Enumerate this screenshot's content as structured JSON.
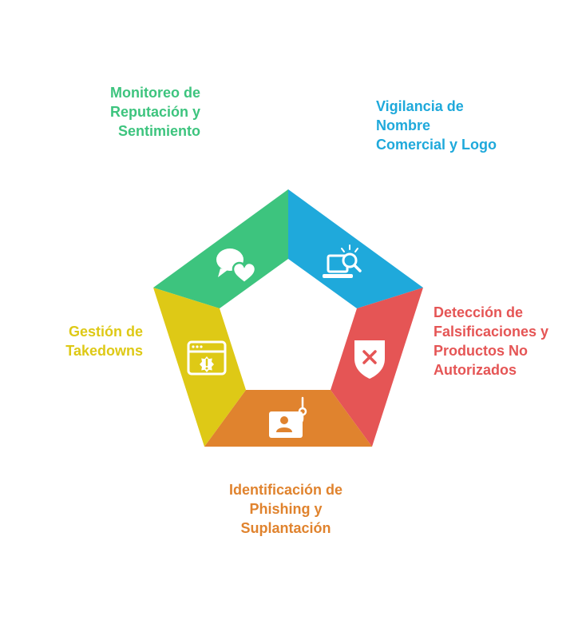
{
  "segments": [
    {
      "id": "reputation",
      "lines": [
        "Monitoreo de",
        "Reputación y",
        "Sentimiento"
      ],
      "color": "#3DC47E",
      "icon": "chat-heart-icon"
    },
    {
      "id": "brand",
      "lines": [
        "Vigilancia de",
        "Nombre",
        "Comercial y Logo"
      ],
      "color": "#1FA9DB",
      "icon": "laptop-search-icon"
    },
    {
      "id": "counterfeit",
      "lines": [
        "Detección de",
        "Falsificaciones y",
        "Productos No",
        "Autorizados"
      ],
      "color": "#E55555",
      "icon": "shield-x-icon"
    },
    {
      "id": "phishing",
      "lines": [
        "Identificación de",
        "Phishing y",
        "Suplantación"
      ],
      "color": "#E0832E",
      "icon": "id-card-hook-icon"
    },
    {
      "id": "takedowns",
      "lines": [
        "Gestión de",
        "Takedowns"
      ],
      "color": "#DEC916",
      "icon": "browser-alert-icon"
    }
  ]
}
